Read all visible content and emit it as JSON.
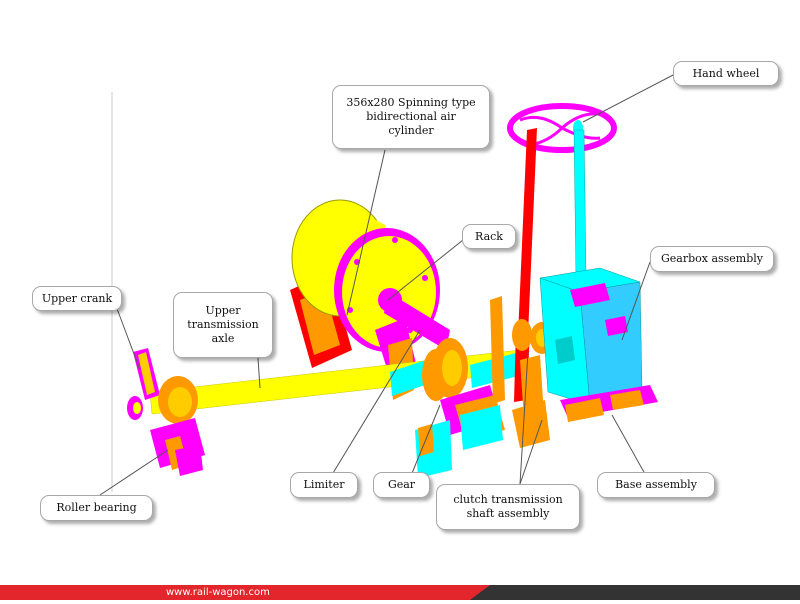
{
  "callouts": {
    "hand_wheel": "Hand wheel",
    "cylinder": "356x280 Spinning type\nbidirectional air\ncylinder",
    "rack": "Rack",
    "gearbox": "Gearbox assembly",
    "upper_crank": "Upper crank",
    "upper_axle": "Upper\ntransmission\naxle",
    "limiter": "Limiter",
    "gear": "Gear",
    "clutch": "clutch transmission\nshaft assembly",
    "base": "Base assembly",
    "roller": "Roller bearing"
  },
  "footer": {
    "url": "www.rail-wagon.com"
  },
  "colors": {
    "yellow": "#ffff00",
    "magenta": "#ff00ff",
    "cyan": "#00ffff",
    "red": "#ff0000",
    "orange": "#ff9900",
    "footer_red": "#e3262b",
    "footer_dark": "#333333"
  }
}
